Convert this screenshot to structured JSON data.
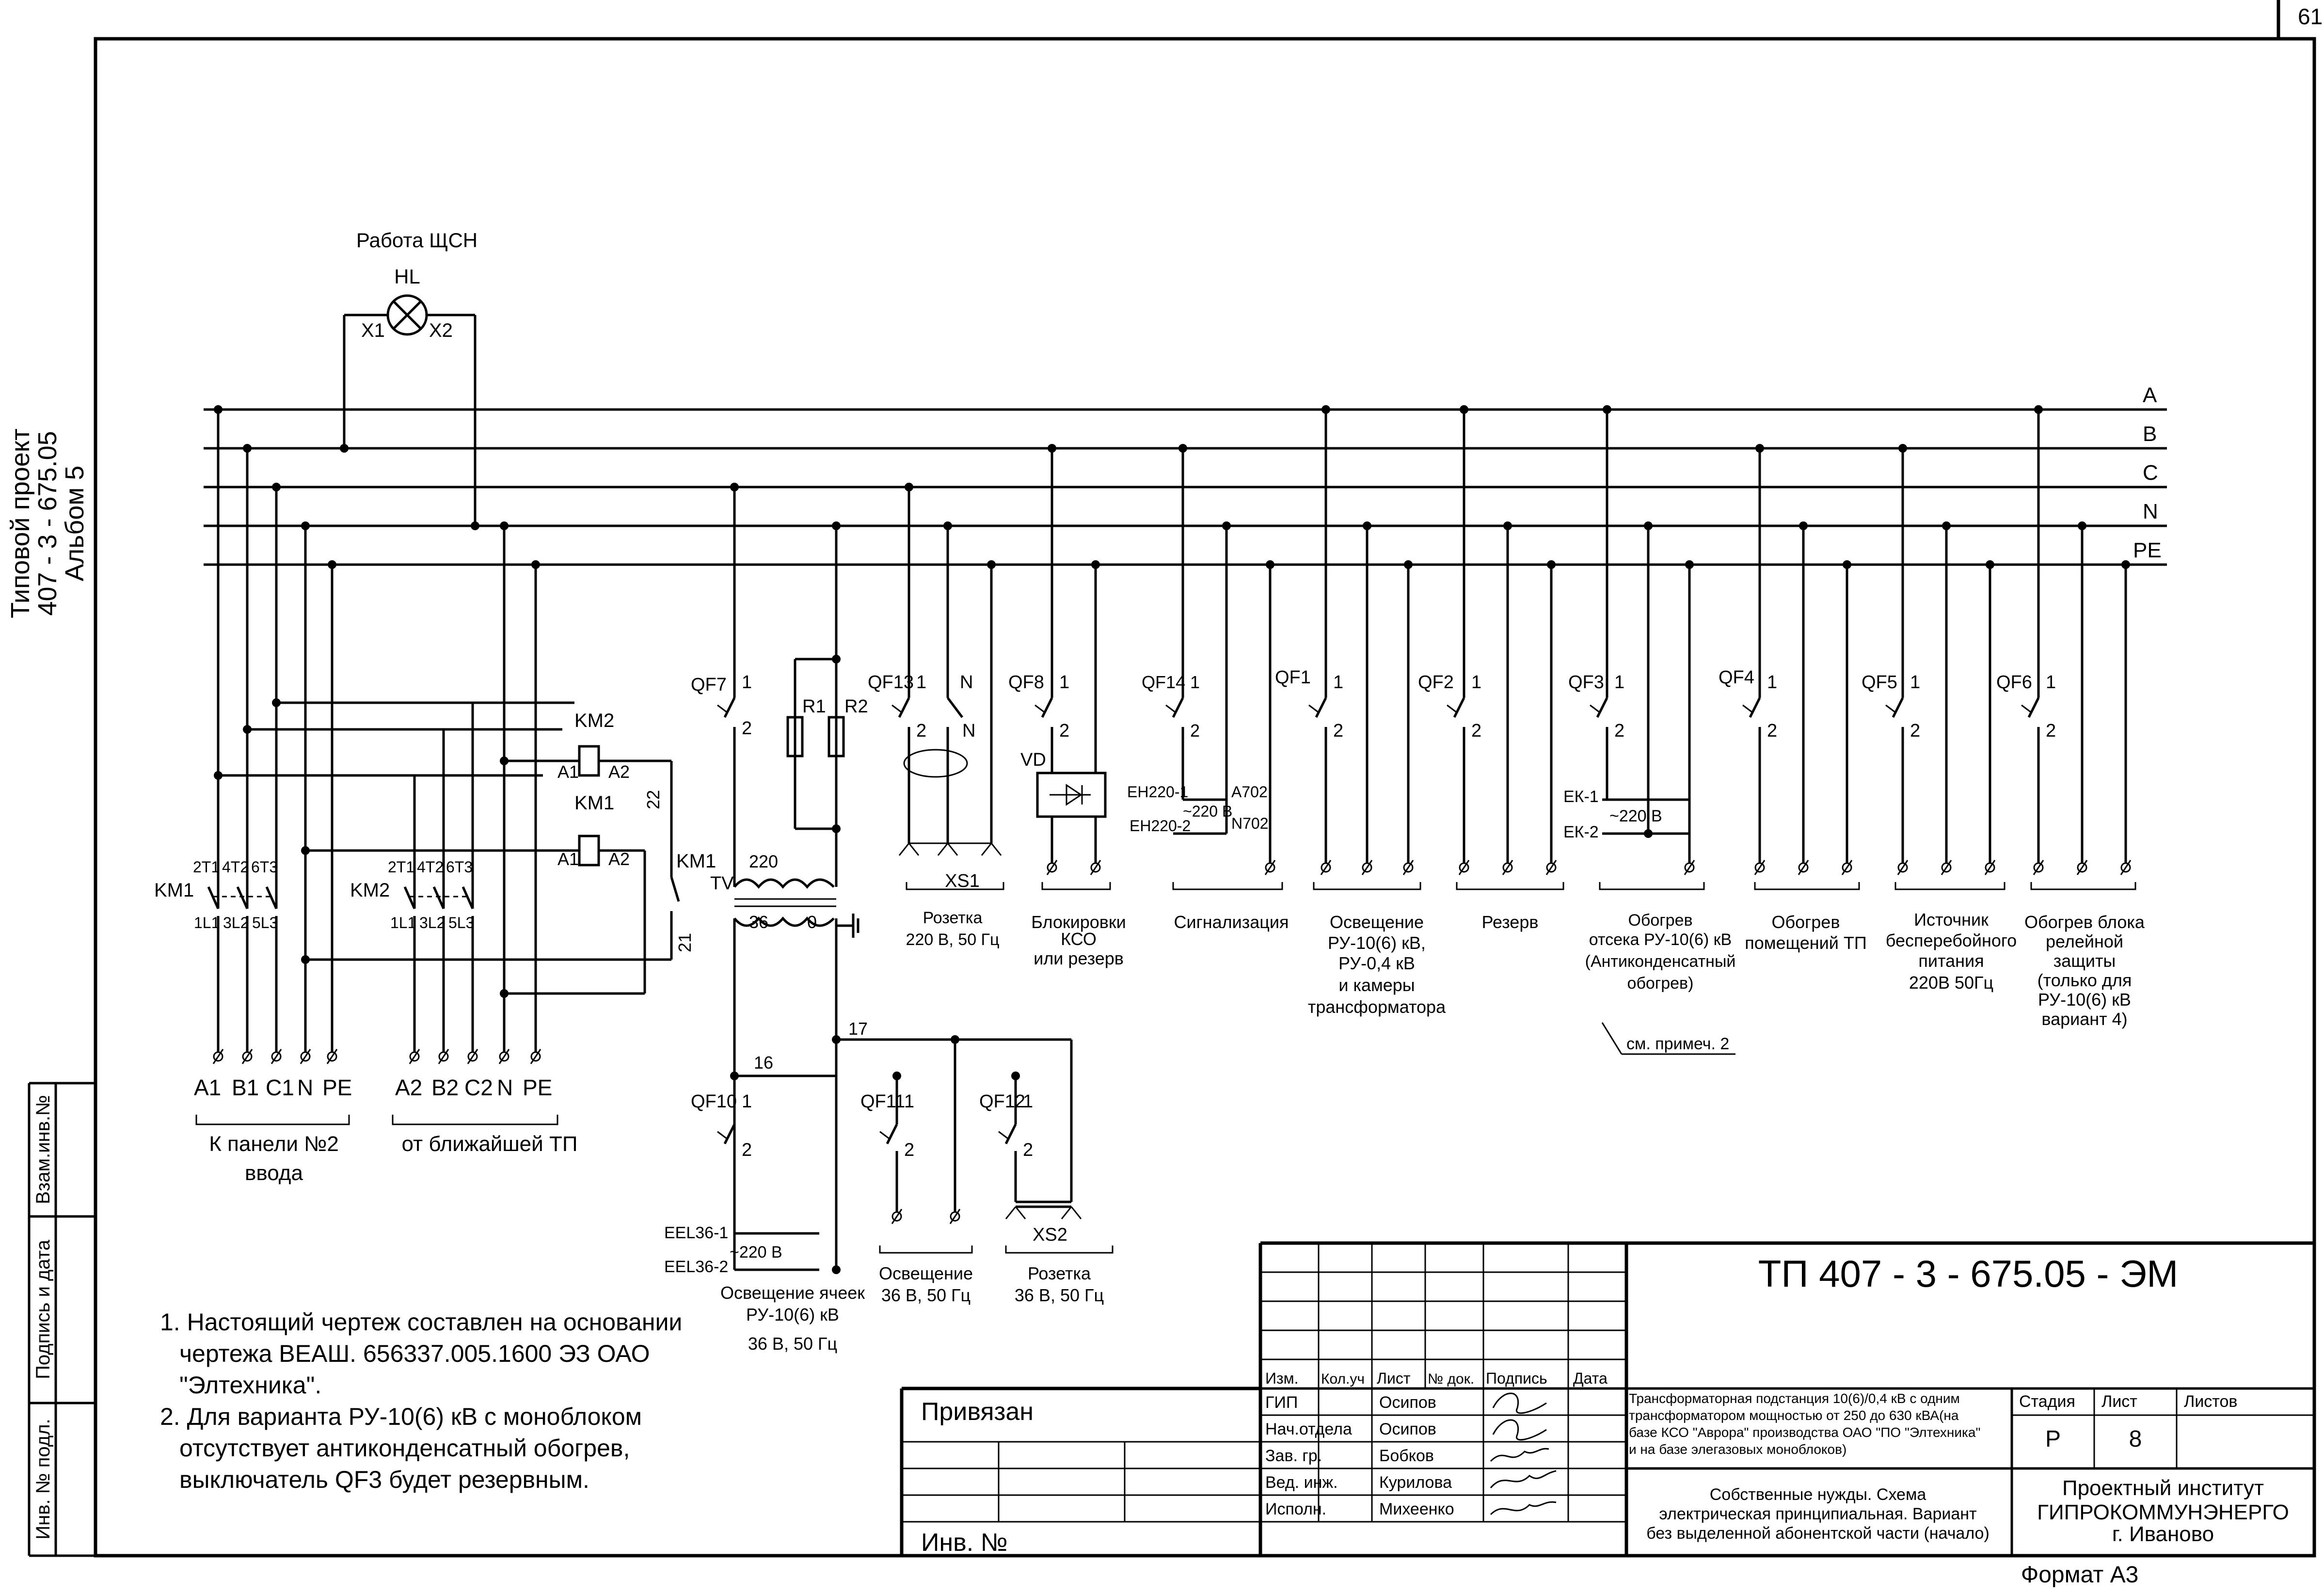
{
  "sheet": {
    "page_number": "61",
    "format": "Формат А3",
    "side_title": [
      "Типовой проект",
      "407 - 3 - 675.05",
      "Альбом   5"
    ],
    "side_fields": [
      "Взам.инв.№",
      "Подпись и дата",
      "Инв. № подл."
    ]
  },
  "lamp": {
    "title": "Работа ЩСН",
    "designation": "HL",
    "x1": "X1",
    "x2": "X2"
  },
  "buses": [
    "A",
    "B",
    "C",
    "N",
    "PE"
  ],
  "input1": {
    "breaker": "KM1",
    "top_terms": [
      "2T1",
      "4T2",
      "6T3"
    ],
    "bottom_terms": [
      "1L1",
      "3L2",
      "5L3"
    ],
    "terminals": [
      "A1",
      "B1",
      "C1",
      "N",
      "PE"
    ],
    "caption": [
      "К панели №2",
      "ввода"
    ]
  },
  "input2": {
    "breaker": "KM2",
    "top_terms": [
      "2T1",
      "4T2",
      "6T3"
    ],
    "bottom_terms": [
      "1L1",
      "3L2",
      "5L3"
    ],
    "terminals": [
      "A2",
      "B2",
      "C2",
      "N",
      "PE"
    ],
    "caption": [
      "от ближайшей ТП"
    ]
  },
  "coils": {
    "km2": {
      "name": "KM2",
      "a1": "A1",
      "a2": "A2"
    },
    "km1": {
      "name": "KM1",
      "a1": "A1",
      "a2": "A2"
    },
    "contact": "KM1",
    "n22": "22",
    "n21": "21"
  },
  "transformer": {
    "qf": "QF7",
    "p1": "1",
    "p2": "2",
    "r1": "R1",
    "r2": "R2",
    "tv": "TV",
    "v220": "220",
    "v36": "36",
    "v0": "0",
    "n16": "16",
    "n17": "17"
  },
  "feeders": [
    {
      "qf": "QF13",
      "p1": "1",
      "n": "N",
      "p2": "2",
      "nb": "N",
      "xs": "XS1",
      "caption": [
        "Розетка",
        "220 В, 50 Гц"
      ]
    },
    {
      "qf": "QF8",
      "p1": "1",
      "p2": "2",
      "vd": "VD",
      "caption": [
        "Блокировки",
        "КСО",
        "или резерв"
      ]
    },
    {
      "qf": "QF14",
      "p1": "1",
      "p2": "2",
      "labels": [
        "ЕН220-1",
        "А702",
        "~220 В",
        "ЕН220-2",
        "N702"
      ],
      "caption": [
        "Сигнализация"
      ]
    },
    {
      "qf": "QF1",
      "p1": "1",
      "p2": "2",
      "caption": [
        "Освещение",
        "РУ-10(6) кВ,",
        "РУ-0,4 кВ",
        "и камеры",
        "трансформатора"
      ]
    },
    {
      "qf": "QF2",
      "p1": "1",
      "p2": "2",
      "caption": [
        "Резерв"
      ]
    },
    {
      "qf": "QF3",
      "p1": "1",
      "p2": "2",
      "labels": [
        "ЕК-1",
        "~220 В",
        "ЕК-2"
      ],
      "caption": [
        "Обогрев",
        "отсека РУ-10(6) кВ",
        "(Антиконденсатный",
        "обогрев)"
      ],
      "note": "см. примеч. 2"
    },
    {
      "qf": "QF4",
      "p1": "1",
      "p2": "2",
      "caption": [
        "Обогрев",
        "помещений ТП"
      ]
    },
    {
      "qf": "QF5",
      "p1": "1",
      "p2": "2",
      "caption": [
        "Источник",
        "бесперебойного",
        "питания",
        "220В  50Гц"
      ]
    },
    {
      "qf": "QF6",
      "p1": "1",
      "p2": "2",
      "caption": [
        "Обогрев блока",
        "релейной",
        "защиты",
        "(только для",
        "РУ-10(6) кВ",
        "вариант 4)"
      ]
    }
  ],
  "low_feeders": [
    {
      "qf": "QF10",
      "p1": "1",
      "p2": "2",
      "labels": [
        "ЕЕL36-1",
        "~220 В",
        "ЕЕL36-2"
      ],
      "caption": [
        "Освещение ячеек",
        "РУ-10(6) кВ",
        "36 В, 50 Гц"
      ]
    },
    {
      "qf": "QF11",
      "p1": "1",
      "p2": "2",
      "caption": [
        "Освещение",
        "36 В, 50 Гц"
      ]
    },
    {
      "qf": "QF12",
      "p1": "1",
      "p2": "2",
      "xs": "XS2",
      "caption": [
        "Розетка",
        "36 В, 50 Гц"
      ]
    }
  ],
  "notes": [
    "1. Настоящий чертеж составлен на основании",
    "чертежа ВЕАШ. 656337.005.1600 ЭЗ ОАО",
    "\"Элтехника\".",
    "2. Для варианта РУ-10(6) кВ с моноблоком",
    "отсутствует антиконденсатный обогрев,",
    "выключатель QF3 будет резервным."
  ],
  "title_block": {
    "doc_code": "ТП  407 - 3 - 675.05 - ЭМ",
    "privyazan": "Привязан",
    "inv_no": "Инв. №",
    "headers": [
      "Изм.",
      "Кол.уч",
      "Лист",
      "№ док.",
      "Подпись",
      "Дата"
    ],
    "roles": [
      "ГИП",
      "Нач.отдела",
      "Зав. гр.",
      "Вед. инж.",
      "Исполн."
    ],
    "names": [
      "Осипов",
      "Осипов",
      "Бобков",
      "Курилова",
      "Михеенко"
    ],
    "object_title": [
      "Трансформаторная подстанция 10(6)/0,4 кВ с одним",
      "трансформатором мощностью  от 250 до 630 кВА(на",
      "базе КСО \"Аврора\" производства ОАО \"ПО \"Элтехника\"",
      "и на базе элегазовых моноблоков)"
    ],
    "sheet_title": [
      "Собственные нужды. Схема",
      "электрическая принципиальная. Вариант",
      "без выделенной абонентской части (начало)"
    ],
    "stage_label": "Стадия",
    "sheet_label": "Лист",
    "sheets_label": "Листов",
    "stage": "Р",
    "sheet_no": "8",
    "org": [
      "Проектный институт",
      "ГИПРОКОММУНЭНЕРГО",
      "г. Иваново"
    ]
  }
}
